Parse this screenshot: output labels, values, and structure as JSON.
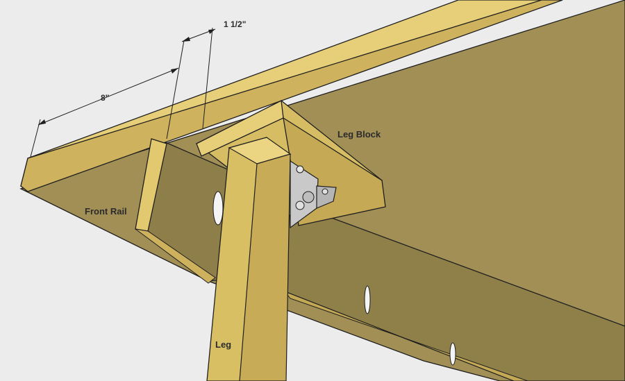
{
  "labels": {
    "leg_block": "Leg Block",
    "front_rail": "Front Rail",
    "leg": "Leg"
  },
  "dimensions": {
    "overhang": "8\"",
    "thickness": "1 1/2\""
  },
  "colors": {
    "background": "#ececec",
    "tabletop_top": "#e7cf79",
    "tabletop_edge": "#cfb25d",
    "tabletop_underside": "#a08f55",
    "rail_face": "#8f7f49",
    "leg_face": "#d9bf63",
    "hardware": "#c9c9c9",
    "outline": "#1e1e1e"
  }
}
